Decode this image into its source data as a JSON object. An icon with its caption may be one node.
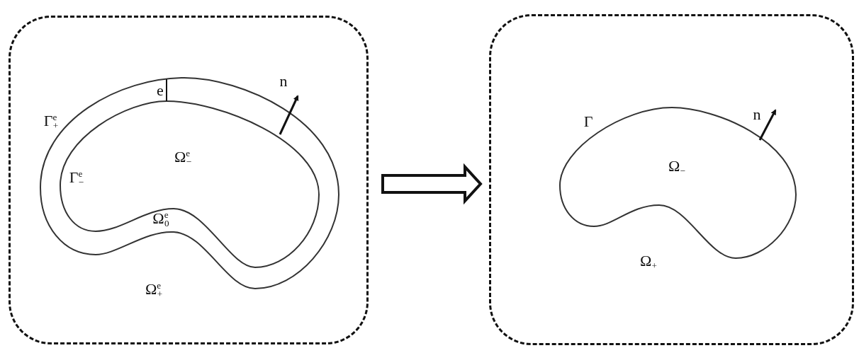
{
  "diagram": {
    "nodes": [
      {
        "text": [],
        "shape": "box"
      },
      {
        "text": [],
        "shape": "box"
      }
    ],
    "edges": [
      {
        "from": 0,
        "to": 1,
        "arrow": "to"
      }
    ],
    "labels": [
      "e",
      "n",
      "Γ$^{e}$$_{+}$",
      "Ω$^{e}$$_{−}$",
      "Γ$^{e}$$_{−}$",
      "Ω$^{e}$$_{0}$",
      "Ω$^{e}$$_{+}$",
      "n",
      "Γ",
      "Ω$_{−}$",
      "Ω$_{+}$"
    ]
  }
}
